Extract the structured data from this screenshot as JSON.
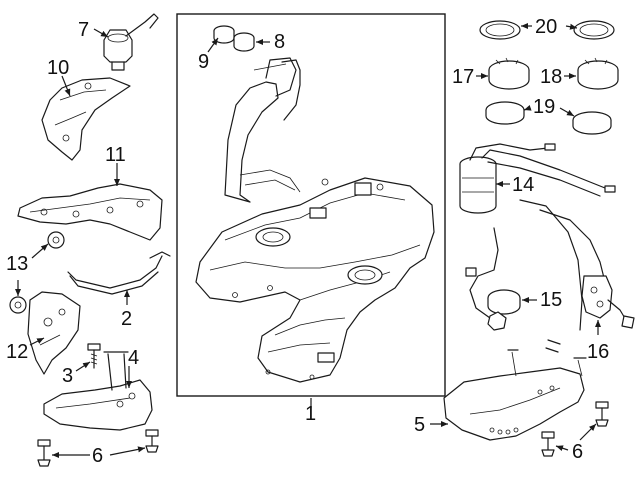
{
  "callouts": {
    "c1": "1",
    "c2": "2",
    "c3": "3",
    "c4": "4",
    "c5": "5",
    "c6a": "6",
    "c6b": "6",
    "c7": "7",
    "c8": "8",
    "c9": "9",
    "c10": "10",
    "c11": "11",
    "c12": "12",
    "c13": "13",
    "c14": "14",
    "c15": "15",
    "c16": "16",
    "c17": "17",
    "c18": "18",
    "c19": "19",
    "c20": "20"
  },
  "icons": {
    "arrowhead": "arrow-icon"
  },
  "colors": {
    "ink": "#1a1a1a",
    "background": "#ffffff"
  }
}
